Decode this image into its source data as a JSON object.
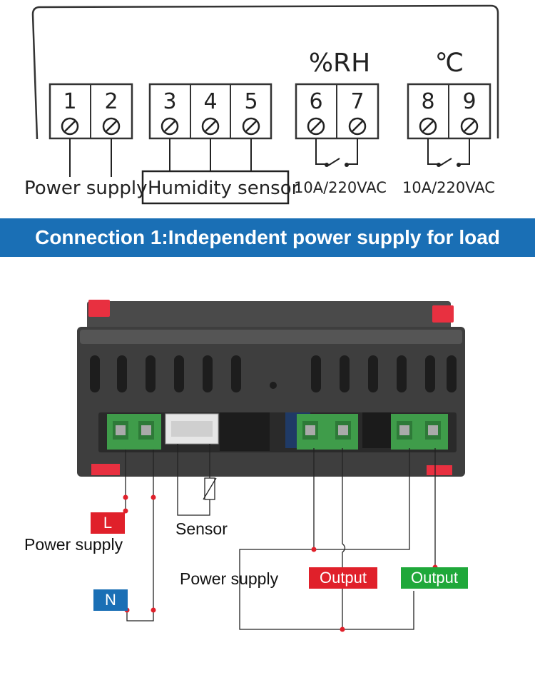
{
  "terminals": {
    "numbers": [
      "1",
      "2",
      "3",
      "4",
      "5",
      "6",
      "7",
      "8",
      "9"
    ],
    "power_label": "Power supply",
    "humidity_label": "Humidity sensor",
    "rh_unit": "%RH",
    "temp_unit": "℃",
    "rating_rh": "10A/220VAC",
    "rating_temp": "10A/220VAC"
  },
  "banner": {
    "text": "Connection 1:Independent power supply for load",
    "color": "#1a6fb5"
  },
  "wiring": {
    "live_tag": "L",
    "neutral_tag": "N",
    "power_label": "Power supply",
    "sensor_label": "Sensor",
    "load_power_label": "Power supply",
    "output_red": "Output",
    "output_green": "Output",
    "red": "#e0202a",
    "green": "#1fa83a",
    "blue": "#1a6fb5"
  }
}
